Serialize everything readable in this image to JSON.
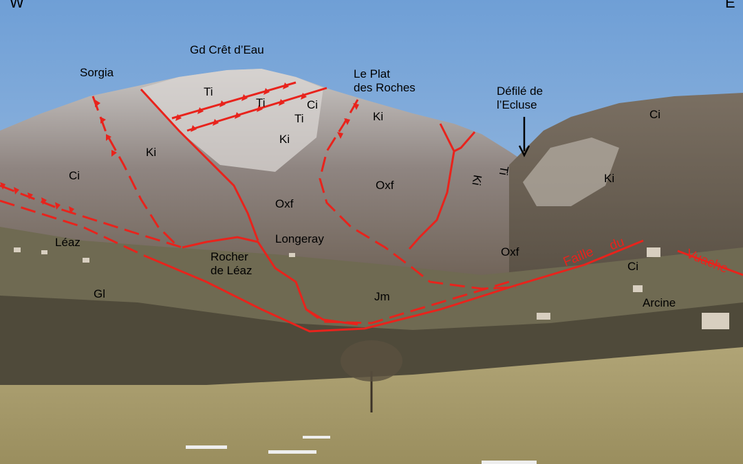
{
  "orientation": {
    "west": "W",
    "east": "E"
  },
  "localities": {
    "sorgia": "Sorgia",
    "gd_cret_deau": "Gd Crêt d’Eau",
    "le_plat_des_roches": "Le Plat\ndes Roches",
    "defile_de_lecluse": "Défilé de\nl’Ecluse",
    "leaz": "Léaz",
    "rocher_de_leaz": "Rocher\nde Léaz",
    "longeray": "Longeray",
    "arcine": "Arcine"
  },
  "formations": {
    "ti_1": "Ti",
    "ti_2": "Ti",
    "ti_3": "Ti",
    "ci_1": "Ci",
    "ci_2": "Ci",
    "ci_3": "Ci",
    "ci_4": "Ci",
    "ki_1": "Ki",
    "ki_2": "Ki",
    "ki_3": "Ki",
    "ki_4": "Ki",
    "ti_rot": "Ti",
    "ki_rot": "Ki",
    "oxf_1": "Oxf",
    "oxf_2": "Oxf",
    "oxf_3": "Oxf",
    "jm": "Jm",
    "gl": "Gl"
  },
  "fault_names": {
    "faille": "Faille",
    "du": "du",
    "vuache": "Vuache"
  },
  "colors": {
    "sky": "#8fb4dc",
    "fault_line": "#e8231c",
    "label_text": "#000000"
  },
  "icons": {
    "pointer": "down-arrow-icon"
  }
}
